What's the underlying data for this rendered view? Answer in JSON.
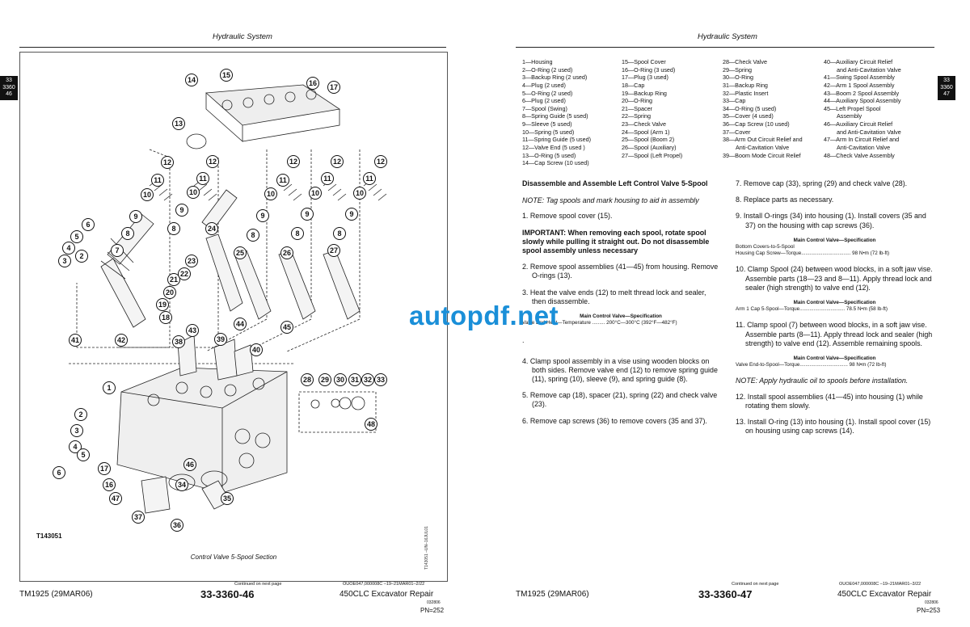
{
  "header": {
    "left": "Hydraulic System",
    "right": "Hydraulic System"
  },
  "tabs": {
    "left": [
      "33",
      "3360",
      "46"
    ],
    "right": [
      "33",
      "3360",
      "47"
    ]
  },
  "figure": {
    "id": "T143051",
    "caption": "Control Valve 5-Spool Section",
    "side_code": "T143051 –UN–16JUL01",
    "callouts": [
      "1",
      "2",
      "3",
      "4",
      "5",
      "6",
      "7",
      "8",
      "9",
      "10",
      "11",
      "12",
      "13",
      "14",
      "15",
      "16",
      "17",
      "18",
      "19",
      "20",
      "21",
      "22",
      "23",
      "24",
      "25",
      "26",
      "27",
      "28",
      "29",
      "30",
      "31",
      "32",
      "33",
      "34",
      "35",
      "36",
      "37",
      "38",
      "39",
      "40",
      "41",
      "42",
      "43",
      "44",
      "45",
      "46",
      "47",
      "48"
    ]
  },
  "legend": {
    "col1": [
      "1—Housing",
      "2—O-Ring (2 used)",
      "3—Backup Ring (2 used)",
      "4—Plug (2 used)",
      "5—O-Ring (2 used)",
      "6—Plug (2 used)",
      "7—Spool (Swing)",
      "8—Spring Guide (5 used)",
      "9—Sleeve (5 used)",
      "10—Spring (5 used)",
      "11—Spring Guide (5 used)",
      "12—Valve End (5 used )",
      "13—O-Ring (5 used)",
      "14—Cap Screw (10 used)"
    ],
    "col2": [
      "15—Spool Cover",
      "16—O-Ring (3 used)",
      "17—Plug (3 used)",
      "18—Cap",
      "19—Backup Ring",
      "20—O-Ring",
      "21—Spacer",
      "22—Spring",
      "23—Check Valve",
      "24—Spool (Arm 1)",
      "25—Spool (Boom 2)",
      "26—Spool (Auxiliary)",
      "27—Spool (Left Propel)"
    ],
    "col3": [
      "28—Check Valve",
      "29—Spring",
      "30—O-Ring",
      "31—Backup Ring",
      "32—Plastic Insert",
      "33—Cap",
      "34—O-Ring (5 used)",
      "35—Cover (4 used)",
      "36—Cap Screw (10 used)",
      "37—Cover",
      "38—Arm Out Circuit Relief and",
      "Anti-Cavitation Valve",
      "39—Boom Mode Circuit Relief"
    ],
    "col4": [
      "40—Auxiliary Circuit Relief",
      "and Anti-Cavitation Valve",
      "41—Swing Spool Assembly",
      "42—Arm 1 Spool Assembly",
      "43—Boom 2 Spool Assembly",
      "44—Auxiliary Spool Assembly",
      "45—Left Propel Spool",
      "Assembly",
      "46—Auxiliary Circuit Relief",
      "and Anti-Cavitation Valve",
      "47—Arm In Circuit Relief and",
      "Anti-Cavitation Valve",
      "48—Check Valve Assembly"
    ]
  },
  "left_column": {
    "heading": "Disassemble and Assemble Left Control Valve 5-Spool",
    "note": "NOTE: Tag spools and mark housing to aid in assembly",
    "step1": "1. Remove spool cover (15).",
    "important": "IMPORTANT: When removing each spool, rotate spool slowly while pulling it straight out. Do not disassemble spool assembly unless necessary",
    "step2": "2. Remove spool assemblies (41—45) from housing. Remove O-rings (13).",
    "step3": "3. Heat the valve ends (12) to melt thread lock and sealer, then disassemble.",
    "spec1_title": "Main Control Valve—Specification",
    "spec1_line": "Valve End Heat—Temperature ......... 200°C—300°C (392°F—482°F)",
    "dot": ".",
    "step4": "4. Clamp spool assembly in a vise using wooden blocks on both sides. Remove valve end (12) to remove spring guide (11), spring (10), sleeve (9), and spring guide (8).",
    "step5": "5. Remove cap (18), spacer (21), spring (22) and check valve (23).",
    "step6": "6. Remove cap screws (36) to remove covers (35 and 37)."
  },
  "right_column": {
    "step7": "7. Remove cap (33), spring (29) and check valve (28).",
    "step8": "8. Replace parts as necessary.",
    "step9": "9. Install O-rings (34) into housing (1). Install covers (35 and 37) on the housing with cap screws (36).",
    "spec2_title": "Main Control Valve—Specification",
    "spec2_line1": "Bottom Covers-to-5-Spool",
    "spec2_line2": "Housing Cap Screw—Torque................................... 98 N•m (72 lb-ft)",
    "step10": "10. Clamp Spool (24) between wood blocks, in a soft jaw vise. Assemble parts (18—23 and 8—11). Apply thread lock and sealer (high strength) to valve end (12).",
    "spec3_title": "Main Control Valve—Specification",
    "spec3_line": "Arm 1 Cap 5-Spool—Torque................................ 78.5 N•m (58 lb-ft)",
    "step11": "11. Clamp spool (7) between wood blocks, in a soft jaw vise. Assemble parts (8—11). Apply thread lock and sealer (high strength) to valve end (12). Assemble remaining spools.",
    "spec4_title": "Main Control Valve—Specification",
    "spec4_line": "Valve End-to-Spool—Torque.................................. 98 N•m (72 lb-ft)",
    "note": "NOTE: Apply hydraulic oil to spools before installation.",
    "step12": "12. Install spool assemblies (41—45) into housing (1) while rotating them slowly.",
    "step13": "13. Install O-ring (13) into housing (1). Install spool cover (15) on housing using cap screws (14)."
  },
  "footer": {
    "left": {
      "continued": "Continued on next page",
      "code": "OUOE047,000008C   –19–21MAR01–2/22",
      "manual": "TM1925 (29MAR06)",
      "page": "33-3360-46",
      "title": "450CLC Excavator Repair",
      "small": "032806",
      "pn": "PN=252"
    },
    "right": {
      "continued": "Continued on next page",
      "code": "OUOE047,000008C   –19–21MAR01–3/22",
      "manual": "TM1925 (29MAR06)",
      "page": "33-3360-47",
      "title": "450CLC Excavator Repair",
      "small": "032806",
      "pn": "PN=253"
    }
  },
  "watermark": "autopdf.net"
}
